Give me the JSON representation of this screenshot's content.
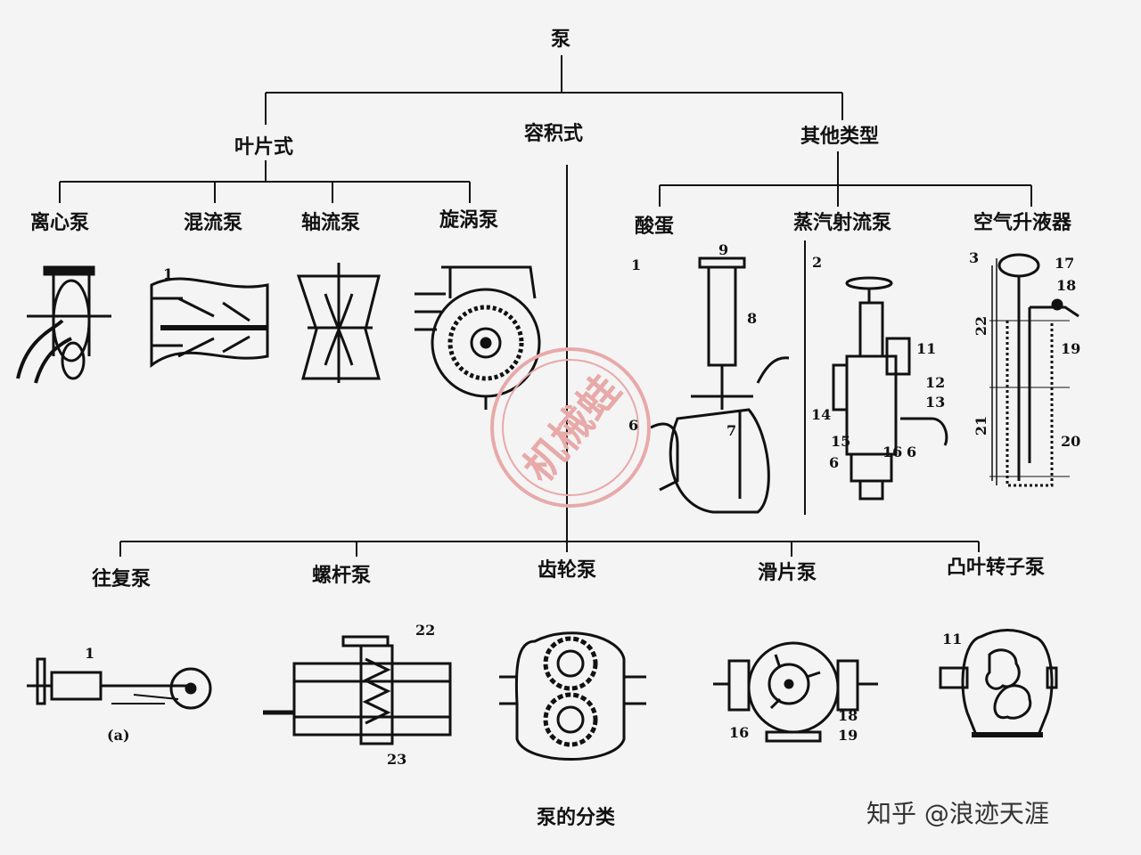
{
  "root": "泵",
  "categories": {
    "vane": "叶片式",
    "positive": "容积式",
    "other": "其他类型"
  },
  "vane_types": [
    "离心泵",
    "混流泵",
    "轴流泵",
    "旋涡泵"
  ],
  "other_types": [
    "酸蛋",
    "蒸汽射流泵",
    "空气升液器"
  ],
  "positive_types": [
    "往复泵",
    "螺杆泵",
    "齿轮泵",
    "滑片泵",
    "凸叶转子泵"
  ],
  "part_numbers": {
    "n1a": "1",
    "n1b": "1",
    "n1c": "1",
    "n2": "2",
    "n3": "3",
    "n6a": "6",
    "n6b": "6",
    "n7": "7",
    "n8": "8",
    "n9": "9",
    "n11a": "11",
    "n11b": "11",
    "n12": "12",
    "n13": "13",
    "n14": "14",
    "n15": "15",
    "n16a": "16",
    "n16b": "16",
    "n17": "17",
    "n18a": "18",
    "n18b": "18",
    "n19a": "19",
    "n19b": "19",
    "n20": "20",
    "n21": "21",
    "n22a": "22",
    "n22b": "22",
    "n23": "23",
    "n6c": "6"
  },
  "sub_label_a": "(a)",
  "caption": "泵的分类",
  "watermark": "知乎 @浪迹天涯",
  "stamp_text": "机械蛙",
  "colors": {
    "line": "#111111",
    "stamp": "#e8a9a9",
    "bg": "#f4f4f4"
  }
}
